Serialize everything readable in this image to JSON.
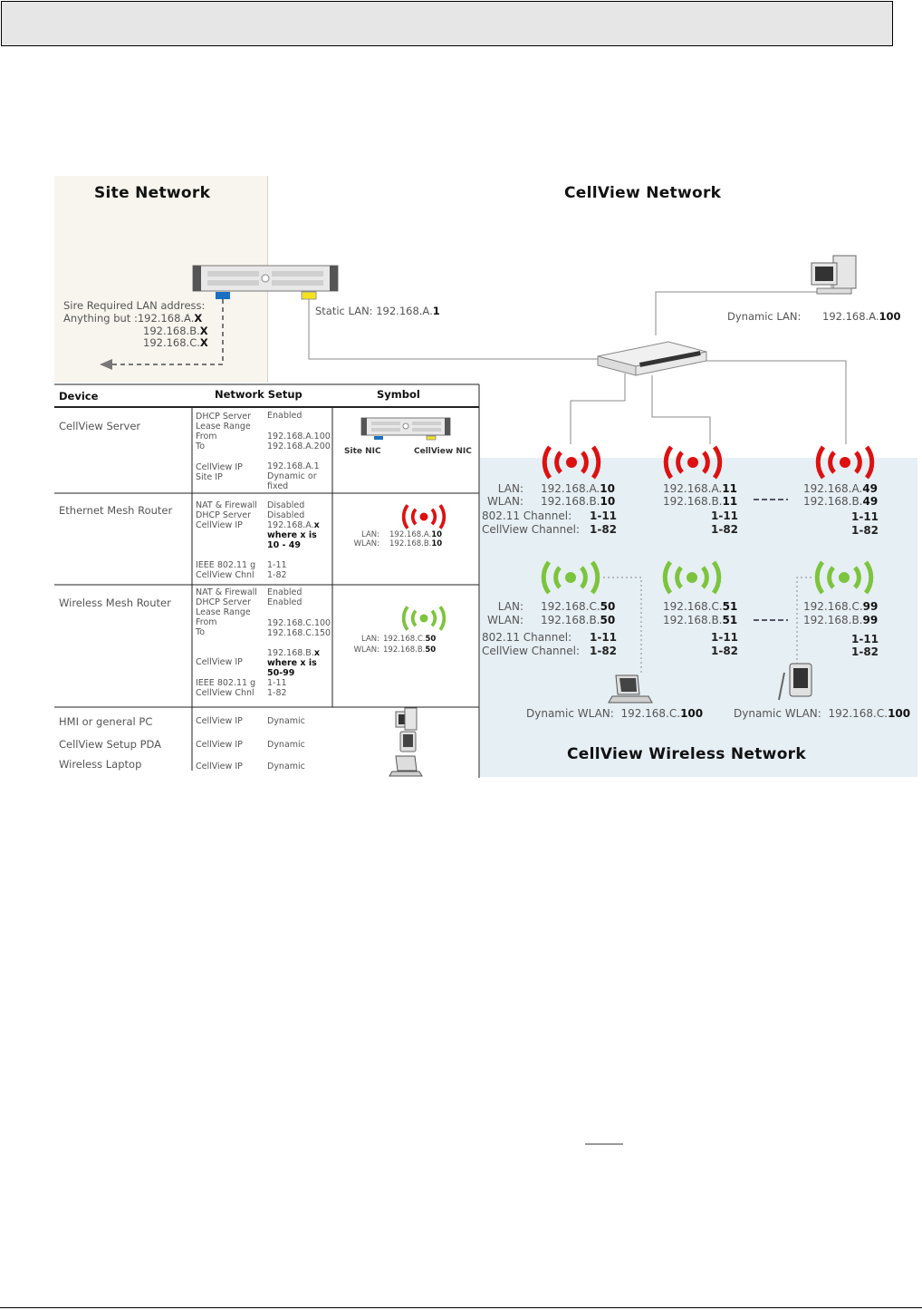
{
  "header": {
    "label": ""
  },
  "site": {
    "title": "Site Network",
    "required_label": "Sire Required LAN address:",
    "anything_but": "Anything but :",
    "addr_a_prefix": "192.168.A.",
    "addr_a_suffix": "X",
    "addr_b_prefix": "192.168.B.",
    "addr_b_suffix": "X",
    "addr_c_prefix": "192.168.C.",
    "addr_c_suffix": "X",
    "static_lan_label": "Static LAN: ",
    "static_lan_prefix": "192.168.A.",
    "static_lan_suffix": "1"
  },
  "cellview": {
    "title": "CellView Network",
    "dynamic_lan_label": "Dynamic LAN:",
    "dynamic_lan_prefix": "192.168.A.",
    "dynamic_lan_suffix": "100"
  },
  "wireless": {
    "title": "CellView Wireless Network",
    "dashes": "----",
    "eth_row_labels": {
      "lan": "LAN:",
      "wlan": "WLAN:",
      "ch80211": "802.11  Channel:",
      "cvch": "CellView Channel:"
    },
    "eth_routers": [
      {
        "lan_prefix": "192.168.A.",
        "lan_suffix": "10",
        "wlan_prefix": "192.168.B.",
        "wlan_suffix": "10",
        "ch": "1-11",
        "cv": "1-82"
      },
      {
        "lan_prefix": "192.168.A.",
        "lan_suffix": "11",
        "wlan_prefix": "192.168.B.",
        "wlan_suffix": "11",
        "ch": "1-11",
        "cv": "1-82"
      },
      {
        "lan_prefix": "192.168.A.",
        "lan_suffix": "49",
        "wlan_prefix": "192.168.B.",
        "wlan_suffix": "49",
        "ch": "1-11",
        "cv": "1-82"
      }
    ],
    "wl_routers": [
      {
        "lan_prefix": "192.168.C.",
        "lan_suffix": "50",
        "wlan_prefix": "192.168.B.",
        "wlan_suffix": "50",
        "ch": "1-11",
        "cv": "1-82"
      },
      {
        "lan_prefix": "192.168.C.",
        "lan_suffix": "51",
        "wlan_prefix": "192.168.B.",
        "wlan_suffix": "51",
        "ch": "1-11",
        "cv": "1-82"
      },
      {
        "lan_prefix": "192.168.C.",
        "lan_suffix": "99",
        "wlan_prefix": "192.168.B.",
        "wlan_suffix": "99",
        "ch": "1-11",
        "cv": "1-82"
      }
    ],
    "dyn_wlan_label": "Dynamic WLAN:",
    "dyn_wlan_prefix": "192.168.C.",
    "dyn_wlan_suffix": "100"
  },
  "table": {
    "headers": {
      "device": "Device",
      "setup": "Network Setup",
      "symbol": "Symbol"
    },
    "server": {
      "name": "CellView Server",
      "k1": "DHCP Server",
      "v1": "Enabled",
      "k2": "Lease Range",
      "k3": "From",
      "v3": "192.168.A.100",
      "k4": "To",
      "v4": "192.168.A.200",
      "k5": "CellView IP",
      "v5": "192.168.A.1",
      "k6": "Site IP",
      "v6": "Dynamic or",
      "v7": "fixed",
      "nic_site": "Site NIC",
      "nic_cv": "CellView NIC"
    },
    "eth": {
      "name": "Ethernet Mesh Router",
      "k1": "NAT & Firewall",
      "v1": "Disabled",
      "k2": "DHCP Server",
      "v2": "Disabled",
      "k3": "CellView IP",
      "v3": "192.168.A.",
      "v3b": "x",
      "v4": "where x is",
      "v5": "10 - 49",
      "k6": "IEEE 802.11 g",
      "v6": "1-11",
      "k7": "CellView Chnl",
      "v7": "1-82",
      "sym_lan_label": "LAN:",
      "sym_lan_prefix": "192.168.A.",
      "sym_lan_suffix": "10",
      "sym_wlan_label": "WLAN:",
      "sym_wlan_prefix": "192.168.B.",
      "sym_wlan_suffix": "10"
    },
    "wl": {
      "name": "Wireless Mesh Router",
      "k1": "NAT & Firewall",
      "v1": "Enabled",
      "k2": "DHCP Server",
      "v2": "Enabled",
      "k3": "Lease Range",
      "k4": "From",
      "v4": "192.168.C.100",
      "k5": "To",
      "v5": "192.168.C.150",
      "v6": "192.168.B.",
      "v6b": "x",
      "k7": "CellView IP",
      "v7": "where x is",
      "v8": "50-99",
      "k9": "IEEE 802.11 g",
      "v9": "1-11",
      "k10": "CellView Chnl",
      "v10": "1-82",
      "sym_lan_label": "LAN:",
      "sym_lan_prefix": "192.168.C.",
      "sym_lan_suffix": "50",
      "sym_wlan_label": "WLAN:",
      "sym_wlan_prefix": "192.168.B.",
      "sym_wlan_suffix": "50"
    },
    "clients": [
      {
        "name": "HMI or general PC",
        "key": "CellView IP",
        "val": "Dynamic"
      },
      {
        "name": "CellView Setup PDA",
        "key": "CellView IP",
        "val": "Dynamic"
      },
      {
        "name": "Wireless Laptop",
        "key": "CellView IP",
        "val": "Dynamic"
      }
    ]
  },
  "colors": {
    "red": "#dd1111",
    "green": "#7cc43c",
    "nic_blue": "#1a6fc2",
    "nic_yellow": "#f4e21c"
  }
}
